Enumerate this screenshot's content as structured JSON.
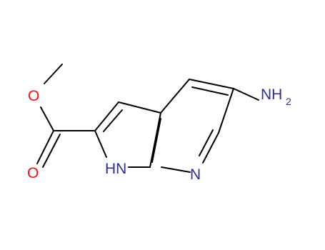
{
  "structure": {
    "atoms": {
      "ester_oxygen": "O",
      "carbonyl_oxygen": "O",
      "ring_nh": "HN",
      "pyridine_n": "N",
      "amino_n": "NH",
      "amino_h_count": "2"
    },
    "colors": {
      "oxygen": "#ff0d0d",
      "nitrogen": "#2f2f8f",
      "bond": "#000000"
    }
  }
}
